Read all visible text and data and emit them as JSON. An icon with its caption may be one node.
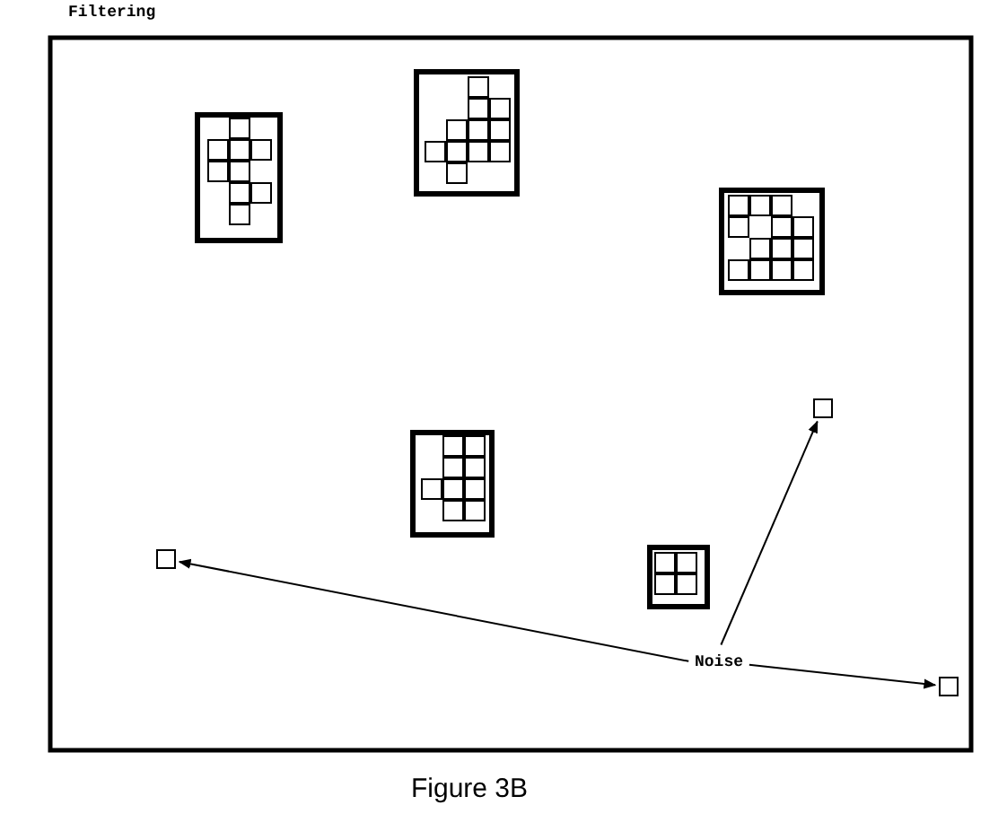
{
  "diagram": {
    "title": "Filtering",
    "caption": "Figure 3B",
    "nodes": [
      {
        "text": [
          "Noise"
        ]
      },
      {
        "text": [],
        "shape": "box"
      },
      {
        "text": [],
        "shape": "box"
      },
      {
        "text": [],
        "shape": "box"
      }
    ],
    "edges": [
      {
        "from": 0,
        "to": 1,
        "arrow": "to"
      },
      {
        "from": 0,
        "to": 2,
        "arrow": "to"
      },
      {
        "from": 0,
        "to": 3,
        "arrow": "to"
      }
    ]
  }
}
